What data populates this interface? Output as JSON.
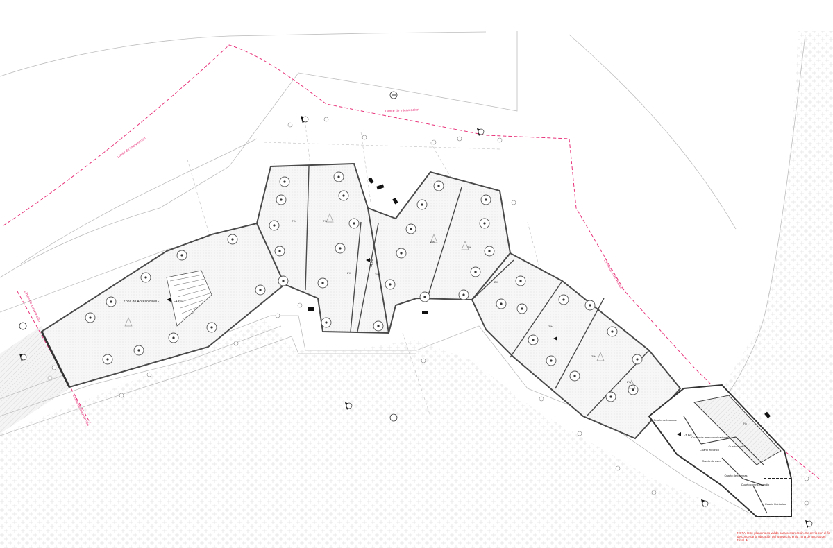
{
  "plan": {
    "limit_labels": [
      "Límite de intervención",
      "Límite de intervención",
      "Límite de intervención",
      "Límite de intervención",
      "Límite de intervención"
    ],
    "zone_label": "Zona de Acceso Nivel -1",
    "level_access": "-4.60",
    "level_center": "-4.00",
    "level_services": "-3.60",
    "slopes": [
      "2%",
      "2%",
      "2%",
      "2%",
      "2%",
      "2%",
      "2%",
      "2%",
      "2%",
      "2%",
      "2%"
    ],
    "rooms": {
      "basuras": "Cuarto de basuras",
      "telecom": "Cuarto de telecomunicaciones",
      "electrico": "Cuarto eléctrico",
      "aseo": "Cuarto de aseo",
      "control": "Cuarto control",
      "bombas": "Cuarto de bombas",
      "contraincendio": "Cuarto contra-incendio",
      "hidraulico": "Cuarto hidráulico"
    },
    "note": "NOTA: Este plano no es válido para construcción. Se envía con el fin de concertar la ubicación del antepecho en la zona de acceso del Nivel -1"
  },
  "colors": {
    "limit_line": "#e8337a",
    "note_text": "#e0201a",
    "wall": "#4a4a4a",
    "hatch": "#dcdcdc"
  },
  "icons": [
    "section-marker-icon",
    "north-arrow-icon",
    "level-marker-icon"
  ]
}
